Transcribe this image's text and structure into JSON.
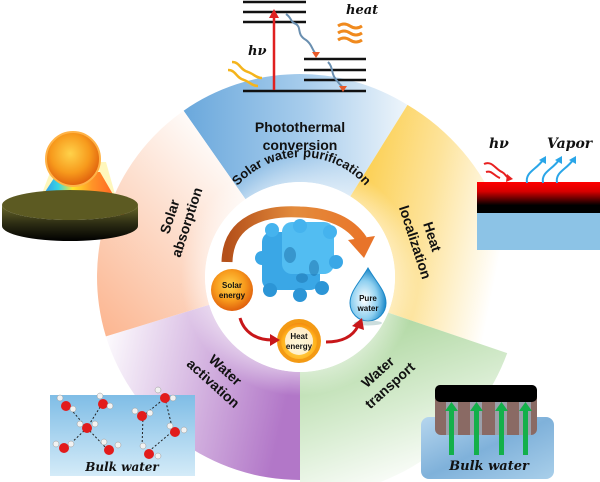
{
  "center": {
    "title": "Solar water purification",
    "solar_energy": [
      "Solar",
      "energy"
    ],
    "heat_energy": [
      "Heat",
      "energy"
    ],
    "pure_water": [
      "Pure",
      "water"
    ]
  },
  "segments": [
    {
      "id": "photothermal",
      "lines": [
        "Photothermal",
        "conversion"
      ],
      "color": "#7fb6e3"
    },
    {
      "id": "heat-localization",
      "lines": [
        "Heat",
        "localization"
      ],
      "color": "#fbd24e"
    },
    {
      "id": "water-transport",
      "lines": [
        "Water",
        "transport"
      ],
      "color": "#a9d39a"
    },
    {
      "id": "water-activation",
      "lines": [
        "Water",
        "activation"
      ],
      "color": "#b57fcb"
    },
    {
      "id": "solar-absorption",
      "lines": [
        "Solar",
        "absorption"
      ],
      "color": "#fcb894"
    }
  ],
  "photothermal_panel": {
    "hv": "hν",
    "heat": "heat"
  },
  "heat_panel": {
    "hv": "hν",
    "vapor": "Vapor"
  },
  "activation_panel": {
    "caption": "Bulk water"
  },
  "transport_panel": {
    "caption": "Bulk water"
  }
}
